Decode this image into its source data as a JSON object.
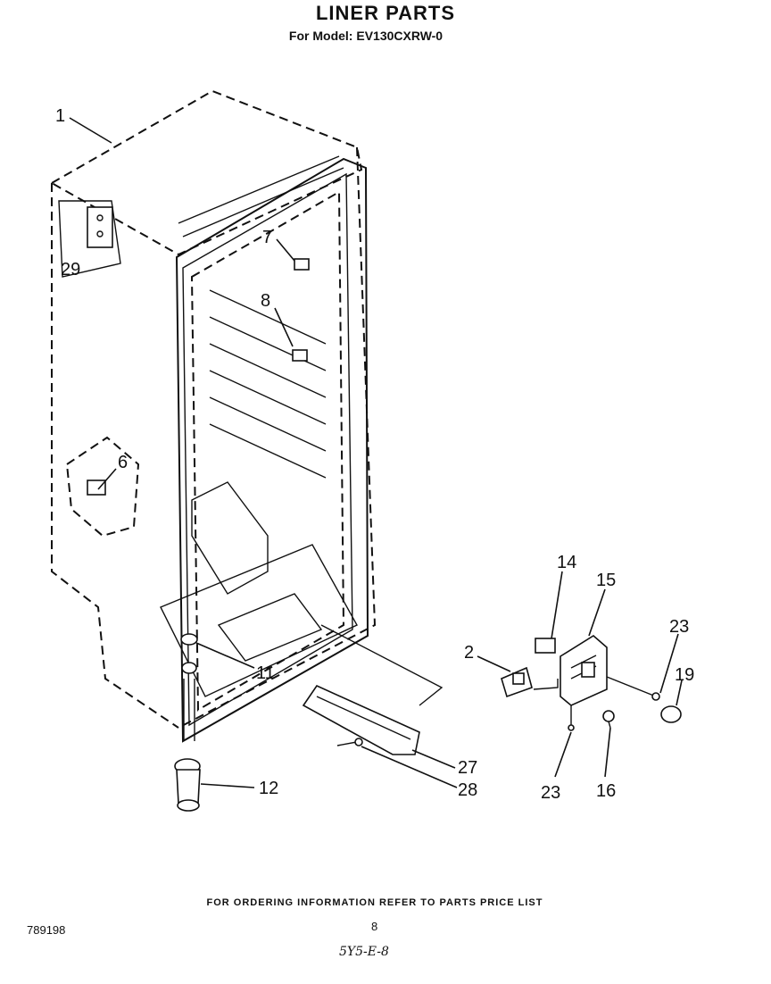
{
  "header": {
    "title": "LINER PARTS",
    "subtitle": "For Model: EV130CXRW-0"
  },
  "callouts": {
    "c1": "1",
    "c29": "29",
    "c7": "7",
    "c8": "8",
    "c6": "6",
    "c11": "11",
    "c12": "12",
    "c14": "14",
    "c15": "15",
    "c2": "2",
    "c23a": "23",
    "c19": "19",
    "c27": "27",
    "c28": "28",
    "c23b": "23",
    "c16": "16"
  },
  "footer": {
    "note": "FOR ORDERING INFORMATION REFER TO PARTS PRICE LIST",
    "page": "8",
    "code": "789198",
    "handwritten": "5Y5-E-8"
  }
}
